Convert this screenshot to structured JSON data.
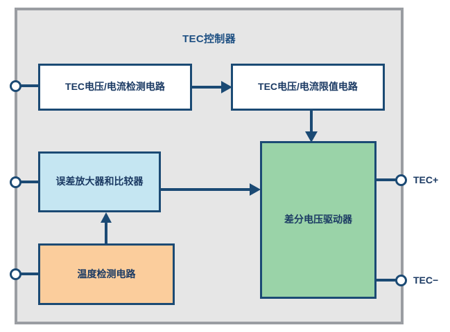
{
  "diagram": {
    "title": "TEC控制器",
    "blocks": [
      {
        "id": "tec-voltage-current-sense",
        "label": "TEC电压/电流检测电路",
        "fill": "#ffffff"
      },
      {
        "id": "tec-voltage-current-limit",
        "label": "TEC电压/电流限值电路",
        "fill": "#ffffff"
      },
      {
        "id": "error-amp-comparator",
        "label": "误差放大器和比较器",
        "fill": "#c5e6f2"
      },
      {
        "id": "temperature-sense",
        "label": "温度检测电路",
        "fill": "#fbcd9c"
      },
      {
        "id": "differential-voltage-driver",
        "label": "差分电压驱动器",
        "fill": "#9ad3a8"
      }
    ],
    "terminals": [
      {
        "id": "input-sense",
        "label": ""
      },
      {
        "id": "input-error",
        "label": ""
      },
      {
        "id": "input-temp",
        "label": ""
      },
      {
        "id": "output-tec-plus",
        "label": "TEC+"
      },
      {
        "id": "output-tec-minus",
        "label": "TEC−"
      }
    ],
    "connections": [
      {
        "from": "tec-voltage-current-sense",
        "to": "tec-voltage-current-limit",
        "direction": "right"
      },
      {
        "from": "tec-voltage-current-limit",
        "to": "differential-voltage-driver",
        "direction": "down"
      },
      {
        "from": "error-amp-comparator",
        "to": "differential-voltage-driver",
        "direction": "right"
      },
      {
        "from": "temperature-sense",
        "to": "error-amp-comparator",
        "direction": "up"
      }
    ],
    "colors": {
      "frame_fill": "#e6e6e6",
      "frame_border": "#9a9da2",
      "line": "#1b4a74",
      "text": "#1b3a63",
      "title": "#1d4f82",
      "white_block": "#ffffff",
      "blue_block": "#c5e6f2",
      "orange_block": "#fbcd9c",
      "green_block": "#9ad3a8"
    }
  }
}
